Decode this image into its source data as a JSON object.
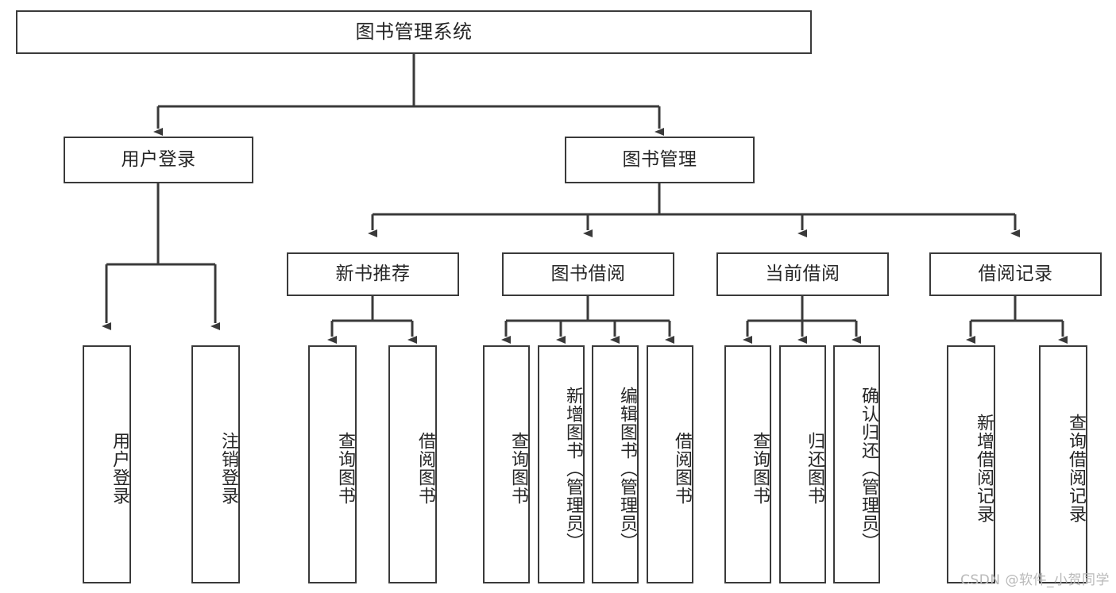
{
  "diagram": {
    "title": "图书管理系统",
    "type": "功能结构图",
    "colors": {
      "border": "#3a3a3a",
      "text": "#262626",
      "background": "#ffffff",
      "edge": "#3a3a3a",
      "watermark": "#b9b9b9"
    },
    "root": {
      "label": "图书管理系统"
    },
    "level1": [
      {
        "label": "用户登录"
      },
      {
        "label": "图书管理"
      }
    ],
    "level2": [
      {
        "label": "新书推荐"
      },
      {
        "label": "图书借阅"
      },
      {
        "label": "当前借阅"
      },
      {
        "label": "借阅记录"
      }
    ],
    "leaves": {
      "user_login": [
        {
          "label": "用户登录"
        },
        {
          "label": "注销登录"
        }
      ],
      "new_book_recommend": [
        {
          "label": "查询图书"
        },
        {
          "label": "借阅图书"
        }
      ],
      "book_borrow": [
        {
          "label": "查询图书"
        },
        {
          "label": "新增图书（管理员）"
        },
        {
          "label": "编辑图书（管理员）"
        },
        {
          "label": "借阅图书"
        }
      ],
      "current_borrow": [
        {
          "label": "查询图书"
        },
        {
          "label": "归还图书"
        },
        {
          "label": "确认归还（管理员）"
        }
      ],
      "borrow_record": [
        {
          "label": "新增借阅记录"
        },
        {
          "label": "查询借阅记录"
        }
      ]
    }
  },
  "watermark": {
    "text": "CSDN @软件_小贺同学"
  }
}
